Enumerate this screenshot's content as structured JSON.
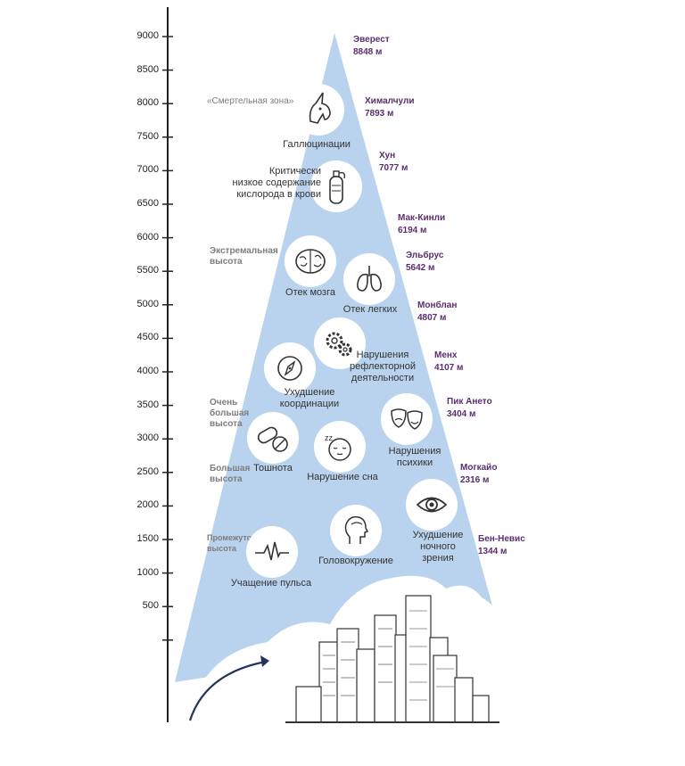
{
  "axis": {
    "ticks": [
      "9000",
      "8500",
      "8000",
      "7500",
      "7000",
      "6500",
      "6000",
      "5500",
      "5000",
      "4500",
      "4000",
      "3500",
      "3000",
      "2500",
      "2000",
      "1500",
      "1000",
      "500"
    ]
  },
  "zones": {
    "death_zone": "«Смертельная зона»",
    "extreme": [
      "Экстремальная",
      "высота"
    ],
    "very_high": [
      "Очень",
      "большая",
      "высота"
    ],
    "high": [
      "Большая",
      "высота"
    ],
    "intermediate": [
      "Промежуточная",
      "высота"
    ]
  },
  "peaks": [
    {
      "name": "Эверест",
      "height": "8848 м"
    },
    {
      "name": "Хималчули",
      "height": "7893 м"
    },
    {
      "name": "Хун",
      "height": "7077 м"
    },
    {
      "name": "Мак-Кинли",
      "height": "6194 м"
    },
    {
      "name": "Эльбрус",
      "height": "5642 м"
    },
    {
      "name": "Монблан",
      "height": "4807 м"
    },
    {
      "name": "Менх",
      "height": "4107 м"
    },
    {
      "name": "Пик Ането",
      "height": "3404 м"
    },
    {
      "name": "Могкайо",
      "height": "2316 м"
    },
    {
      "name": "Бен-Невис",
      "height": "1344 м"
    }
  ],
  "symptoms": {
    "hallucinations": {
      "label": [
        "Галлюцинации"
      ],
      "icon": "unicorn-icon"
    },
    "low_oxygen": {
      "label": [
        "Критически",
        "низкое содержание",
        "кислорода в крови"
      ],
      "icon": "oxygen-tank-icon"
    },
    "brain_edema": {
      "label": [
        "Отек мозга"
      ],
      "icon": "brain-icon"
    },
    "lung_edema": {
      "label": [
        "Отек легких"
      ],
      "icon": "lungs-icon"
    },
    "reflex": {
      "label": [
        "Нарушения",
        "рефлекторной",
        "деятельности"
      ],
      "icon": "gears-icon"
    },
    "coordination": {
      "label": [
        "Ухудшение",
        "координации"
      ],
      "icon": "compass-icon"
    },
    "psyche": {
      "label": [
        "Нарушения",
        "психики"
      ],
      "icon": "theater-masks-icon"
    },
    "nausea": {
      "label": [
        "Тошнота"
      ],
      "icon": "pills-icon"
    },
    "sleep": {
      "label": [
        "Нарушение сна"
      ],
      "icon": "sleepy-face-icon"
    },
    "night_vision": {
      "label": [
        "Ухудшение",
        "ночного",
        "зрения"
      ],
      "icon": "eye-icon"
    },
    "dizziness": {
      "label": [
        "Головокружение"
      ],
      "icon": "dizzy-head-icon"
    },
    "pulse": {
      "label": [
        "Учащение пульса"
      ],
      "icon": "heartbeat-icon"
    }
  },
  "colors": {
    "triangle": "#b9d3ee",
    "peak_text": "#5a2d6e",
    "zone_text": "#7d7d7d",
    "arrow": "#24345c"
  }
}
